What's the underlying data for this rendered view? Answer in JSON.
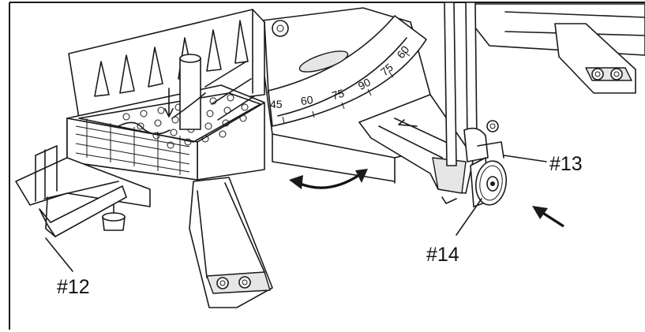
{
  "figure": {
    "callouts": {
      "c12": "#12",
      "c13": "#13",
      "c14": "#14"
    },
    "scale_marks": [
      "45",
      "60",
      "75",
      "90",
      "75",
      "60"
    ],
    "icons": {
      "rotation_arrow": "double-headed-curved-arrow-icon",
      "push_arrow": "direction-arrow-icon"
    }
  }
}
